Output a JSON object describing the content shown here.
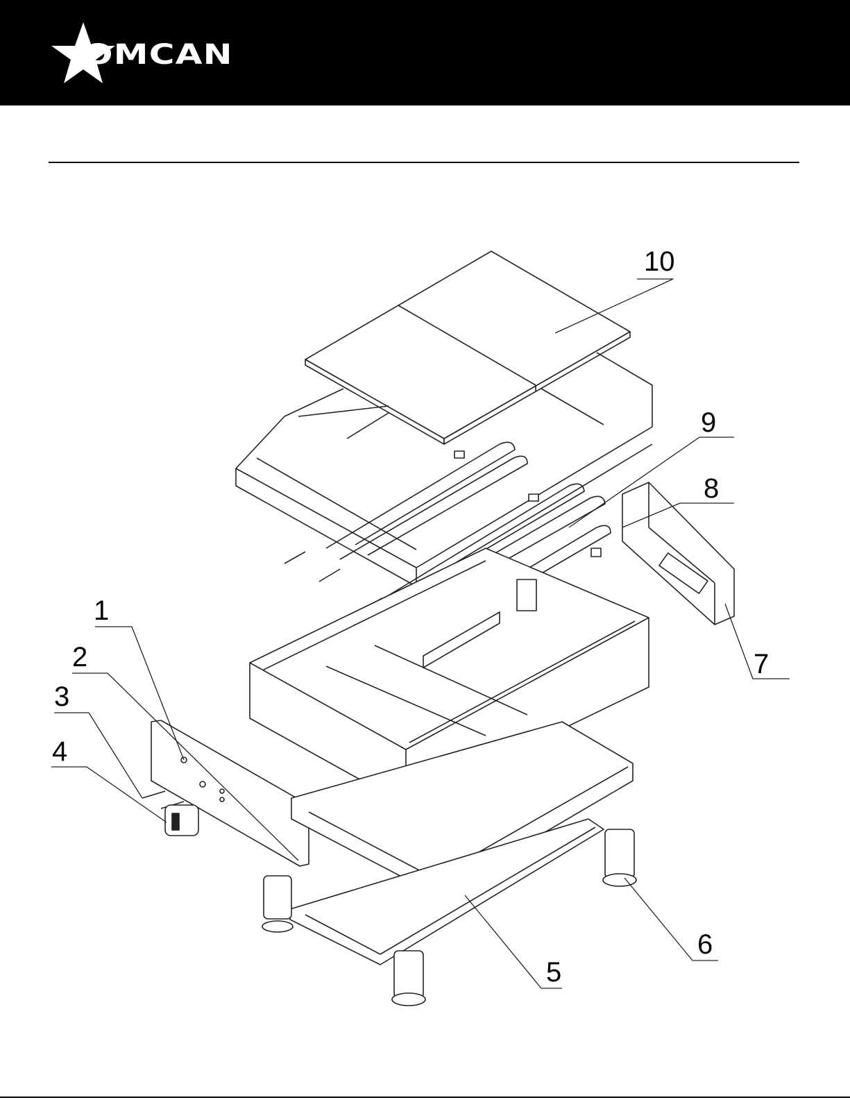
{
  "brand": {
    "name": "OMCAN",
    "colors": {
      "header": "#000000",
      "logo": "#ffffff",
      "lines": "#222222"
    },
    "icon": "star-icon"
  },
  "diagram": {
    "type": "exploded-parts-view",
    "callouts": [
      {
        "id": "1",
        "label": "1"
      },
      {
        "id": "2",
        "label": "2"
      },
      {
        "id": "3",
        "label": "3"
      },
      {
        "id": "4",
        "label": "4"
      },
      {
        "id": "5",
        "label": "5"
      },
      {
        "id": "6",
        "label": "6"
      },
      {
        "id": "7",
        "label": "7"
      },
      {
        "id": "8",
        "label": "8"
      },
      {
        "id": "9",
        "label": "9"
      },
      {
        "id": "10",
        "label": "10"
      }
    ]
  }
}
